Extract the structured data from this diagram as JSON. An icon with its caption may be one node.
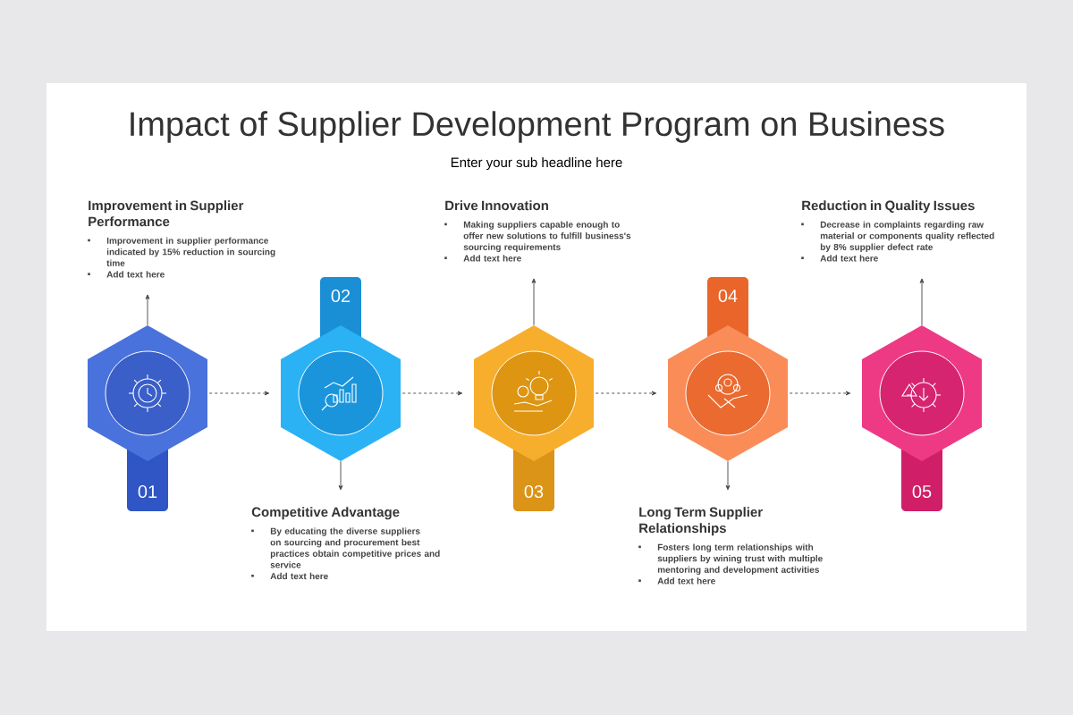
{
  "diagram": {
    "title": "Impact of Supplier Development Program on Business",
    "nodes": [
      {
        "text": [
          "01"
        ]
      },
      {
        "text": [
          "02"
        ]
      },
      {
        "text": [
          "03"
        ]
      },
      {
        "text": [
          "04"
        ]
      },
      {
        "text": [
          "05"
        ]
      },
      {
        "text": [
          "Improvement in Supplier Performance",
          "Improvement in supplier performance indicated by 15% reduction in sourcing time",
          "Add text here"
        ]
      },
      {
        "text": [
          "Competitive Advantage",
          "By educating the diverse suppliers on sourcing and procurement best practices obtain competitive prices and service",
          "Add text here"
        ]
      },
      {
        "text": [
          "Drive Innovation",
          "Making suppliers capable enough to offer new solutions to fulfill business's sourcing requirements",
          "Add text here"
        ]
      },
      {
        "text": [
          "Long Term Supplier Relationships",
          "Fosters long term relationships with suppliers by wining trust with multiple mentoring and development activities",
          "Add text here"
        ]
      },
      {
        "text": [
          "Reduction in Quality Issues",
          "Decrease in complaints regarding raw material or components quality reflected by 8% supplier defect rate",
          "Add text here"
        ]
      }
    ],
    "edges": [
      {
        "from": 0,
        "to": 1,
        "arrow": "to",
        "style": "dashed"
      },
      {
        "from": 1,
        "to": 2,
        "arrow": "to",
        "style": "dashed"
      },
      {
        "from": 2,
        "to": 3,
        "arrow": "to",
        "style": "dashed"
      },
      {
        "from": 3,
        "to": 4,
        "arrow": "to",
        "style": "dashed"
      },
      {
        "from": 0,
        "to": 5,
        "arrow": "to"
      },
      {
        "from": 1,
        "to": 6,
        "arrow": "to"
      },
      {
        "from": 2,
        "to": 7,
        "arrow": "to"
      },
      {
        "from": 3,
        "to": 8,
        "arrow": "to"
      },
      {
        "from": 4,
        "to": 9,
        "arrow": "to"
      }
    ],
    "labels": [
      "Enter your sub headline here"
    ]
  }
}
